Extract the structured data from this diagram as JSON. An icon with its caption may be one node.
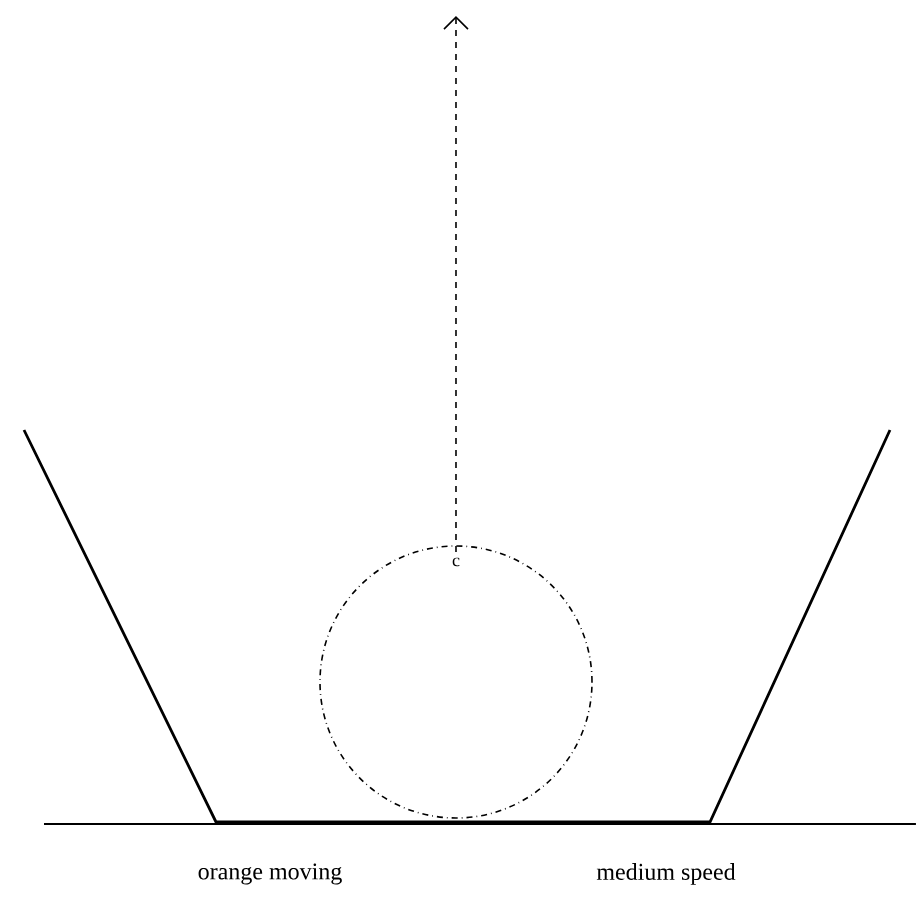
{
  "diagram": {
    "nodes": [
      {
        "text": [],
        "shape": "circle"
      }
    ],
    "labels": [
      "c",
      "orange moving",
      "medium speed"
    ]
  }
}
